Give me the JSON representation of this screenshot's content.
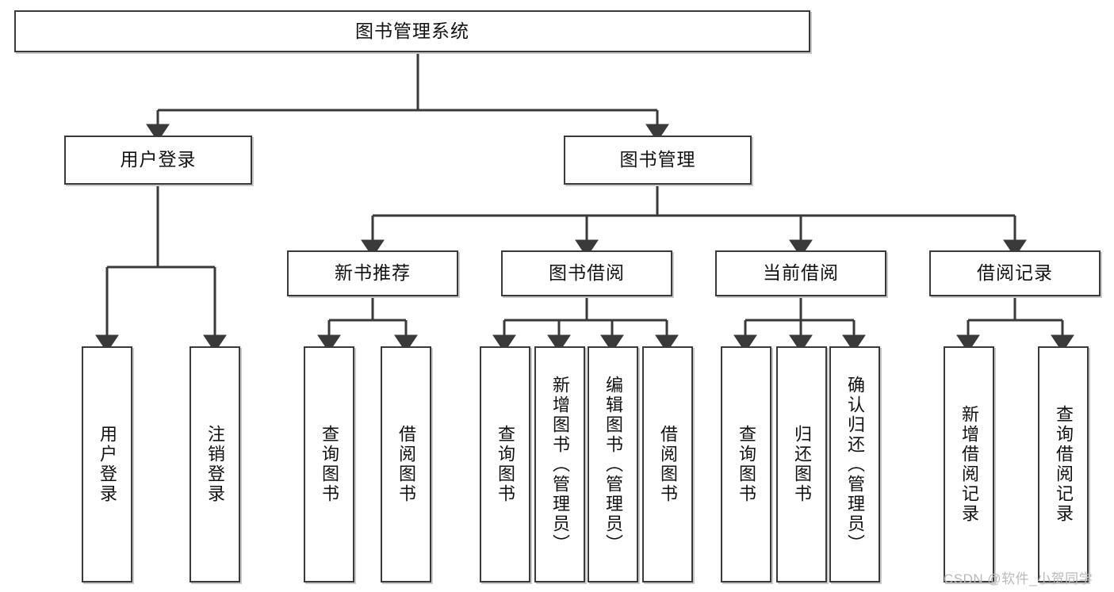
{
  "diagram": {
    "type": "tree",
    "title": "图书管理系统",
    "stroke_color": "#3a3a3a",
    "fill_color": "#ffffff",
    "shadow_color": "#c9c9c9",
    "root": {
      "label": "图书管理系统"
    },
    "level2": [
      {
        "label": "用户登录"
      },
      {
        "label": "图书管理"
      }
    ],
    "level3": [
      {
        "label": "新书推荐"
      },
      {
        "label": "图书借阅"
      },
      {
        "label": "当前借阅"
      },
      {
        "label": "借阅记录"
      }
    ],
    "leaves": {
      "user_login": [
        {
          "label": "用户登录"
        },
        {
          "label": "注销登录"
        }
      ],
      "new_book_recommend": [
        {
          "label": "查询图书"
        },
        {
          "label": "借阅图书"
        }
      ],
      "book_borrow": [
        {
          "label": "查询图书"
        },
        {
          "label": "新增图书（管理员）"
        },
        {
          "label": "编辑图书（管理员）"
        },
        {
          "label": "借阅图书"
        }
      ],
      "current_borrow": [
        {
          "label": "查询图书"
        },
        {
          "label": "归还图书"
        },
        {
          "label": "确认归还（管理员）"
        }
      ],
      "borrow_records": [
        {
          "label": "新增借阅记录"
        },
        {
          "label": "查询借阅记录"
        }
      ]
    }
  },
  "watermark": {
    "text": "CSDN @软件_小贺同学"
  }
}
